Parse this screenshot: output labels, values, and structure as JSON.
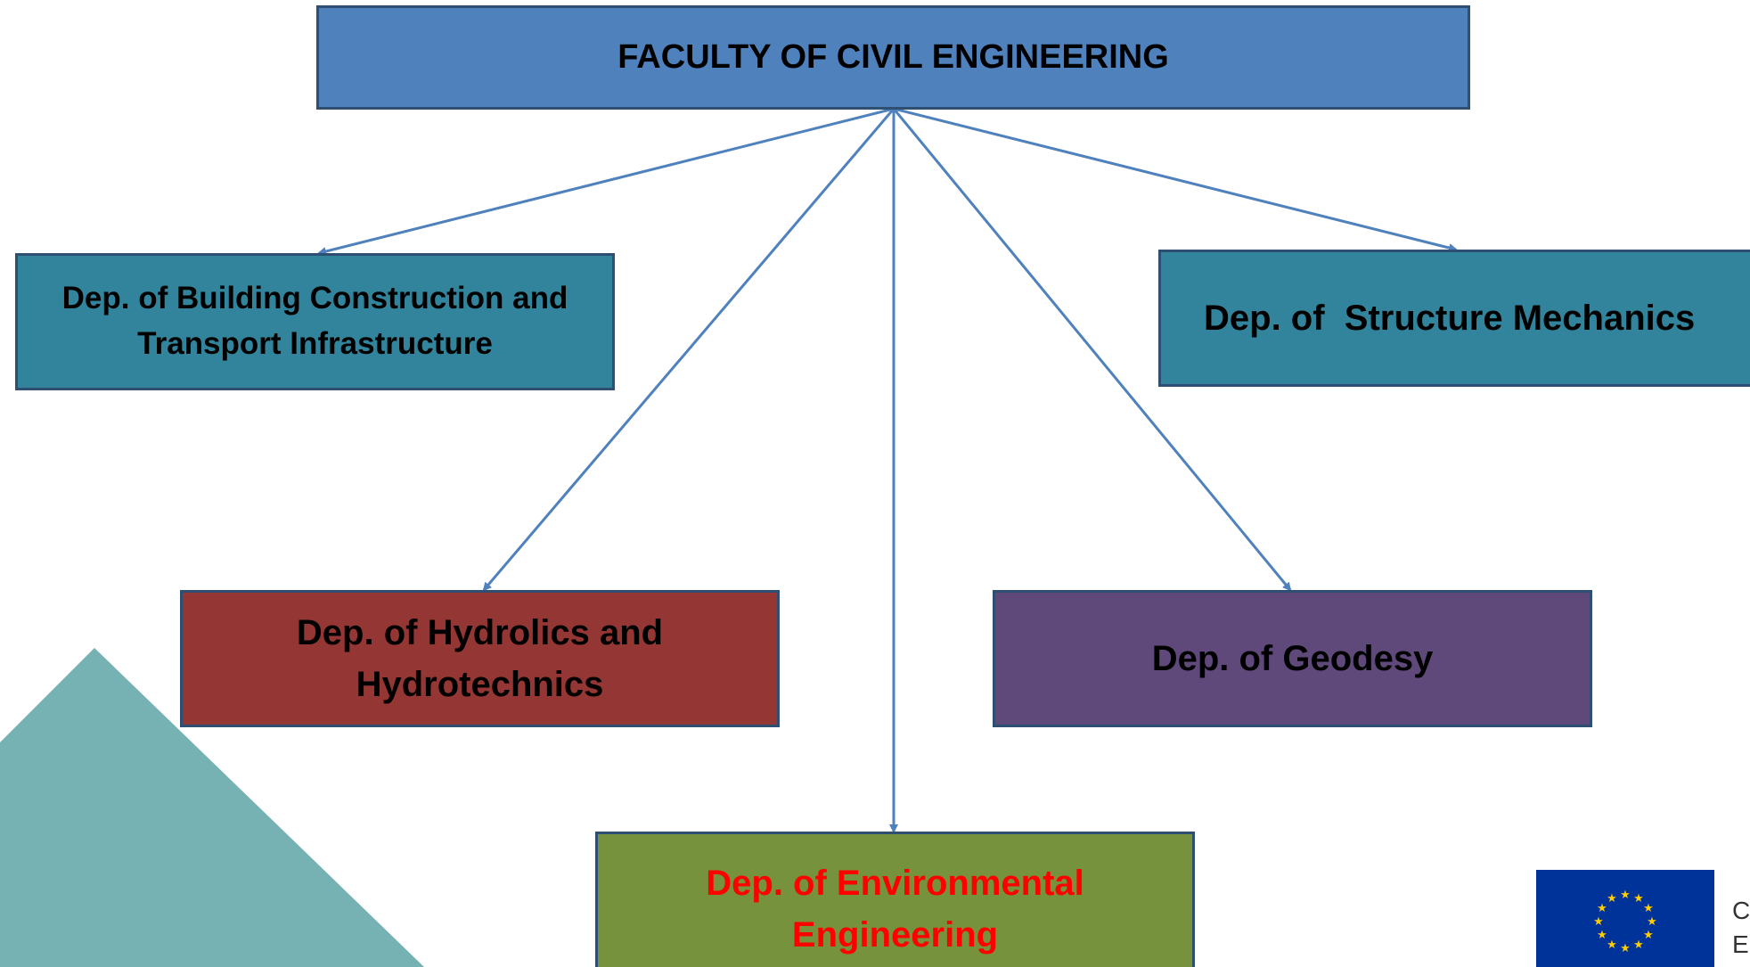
{
  "diagram": {
    "root": {
      "label": "FACULTY OF CIVIL ENGINEERING",
      "fill": "#4f81bd"
    },
    "departments": [
      {
        "id": "building",
        "lines": [
          "Dep. of Building Construction and",
          "Transport Infrastructure"
        ],
        "fill": "#31849b",
        "text_color": "#000000"
      },
      {
        "id": "structure",
        "lines": [
          "Dep. of  Structure Mechanics"
        ],
        "fill": "#31849b",
        "text_color": "#000000"
      },
      {
        "id": "hydro",
        "lines": [
          "Dep. of Hydrolics and",
          "Hydrotechnics"
        ],
        "fill": "#943634",
        "text_color": "#000000"
      },
      {
        "id": "geodesy",
        "lines": [
          "Dep. of Geodesy"
        ],
        "fill": "#5f497a",
        "text_color": "#000000"
      },
      {
        "id": "environmental",
        "lines": [
          "Dep. of Environmental",
          "Engineering"
        ],
        "fill": "#76923c",
        "text_color": "#ff0000"
      }
    ],
    "edges": [
      {
        "from": "root",
        "to": "building"
      },
      {
        "from": "root",
        "to": "structure"
      },
      {
        "from": "root",
        "to": "hydro"
      },
      {
        "from": "root",
        "to": "geodesy"
      },
      {
        "from": "root",
        "to": "environmental"
      }
    ],
    "arrow_color": "#4f81bd",
    "decor": {
      "triangle_color": "#76b1b3",
      "eu_flag_blue": "#003399",
      "eu_star_color": "#ffcc00",
      "eu_caption_lines": [
        "C",
        "E"
      ]
    }
  }
}
